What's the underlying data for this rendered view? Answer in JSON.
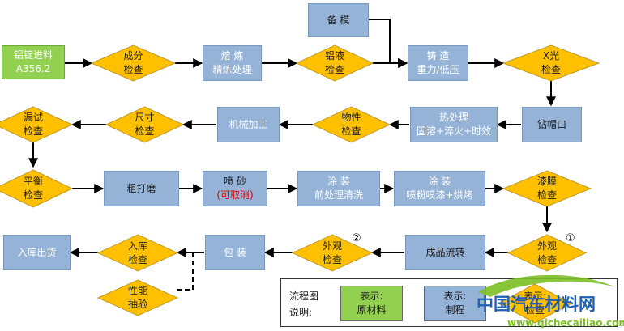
{
  "nodes": {
    "ingot": {
      "line1": "铝锭进料",
      "line2": "A356.2"
    },
    "composition_check": {
      "line1": "成分",
      "line2": "检查"
    },
    "melting": {
      "line1": "熔 炼",
      "line2": "精炼处理"
    },
    "aluminum_liquid_check": {
      "line1": "铝液",
      "line2": "检查"
    },
    "mold_prep": {
      "line1": "备 模"
    },
    "casting": {
      "line1": "铸 造",
      "line2": "重力/低压"
    },
    "xray_check": {
      "line1": "X光",
      "line2": "检查"
    },
    "drill_cap": {
      "line1": "钻帽口"
    },
    "heat_treatment": {
      "line1": "热处理",
      "line2": "固溶+淬火+时效"
    },
    "physical_check": {
      "line1": "物性",
      "line2": "检查"
    },
    "machining": {
      "line1": "机械加工"
    },
    "dimension_check": {
      "line1": "尺寸",
      "line2": "检查"
    },
    "leak_test": {
      "line1": "漏试",
      "line2": "检查"
    },
    "balance_check": {
      "line1": "平衡",
      "line2": "检查"
    },
    "rough_grinding": {
      "line1": "粗打磨"
    },
    "sandblasting": {
      "line1": "喷 砂",
      "line2": "(可取消)"
    },
    "pretreatment": {
      "line1": "涂 装",
      "line2": "前处理清洗"
    },
    "powder_spray": {
      "line1": "涂 装",
      "line2": "喷粉喷漆+烘烤"
    },
    "paint_film_check": {
      "line1": "漆膜",
      "line2": "检查"
    },
    "appearance_check_1": {
      "line1": "外观",
      "line2": "检查",
      "marker": "①"
    },
    "finished_transfer": {
      "line1": "成品流转"
    },
    "appearance_check_2": {
      "line1": "外观",
      "line2": "检查",
      "marker": "②"
    },
    "packing": {
      "line1": "包 装"
    },
    "warehouse_check": {
      "line1": "入库",
      "line2": "检查"
    },
    "performance_sampling": {
      "line1": "性能",
      "line2": "抽验"
    },
    "warehouse_shipping": {
      "line1": "入库出货"
    }
  },
  "legend": {
    "title_line1": "流程图",
    "title_line2": "说明:",
    "raw": {
      "line1": "表示:",
      "line2": "原材料"
    },
    "process": {
      "line1": "表示:",
      "line2": "制程"
    },
    "check": {
      "line1": "表示:",
      "line2": "检查"
    }
  },
  "watermark": {
    "text": "中国汽车材料网",
    "url": "www.qichecailiao.com"
  },
  "colors": {
    "process_fill": "#95b3d7",
    "check_fill": "#ffc000",
    "raw_fill": "#92d050",
    "connector": "#000000",
    "cancel_note": "#e00000",
    "watermark_blue": "#1f5fb4",
    "watermark_green": "#7cbf24"
  }
}
